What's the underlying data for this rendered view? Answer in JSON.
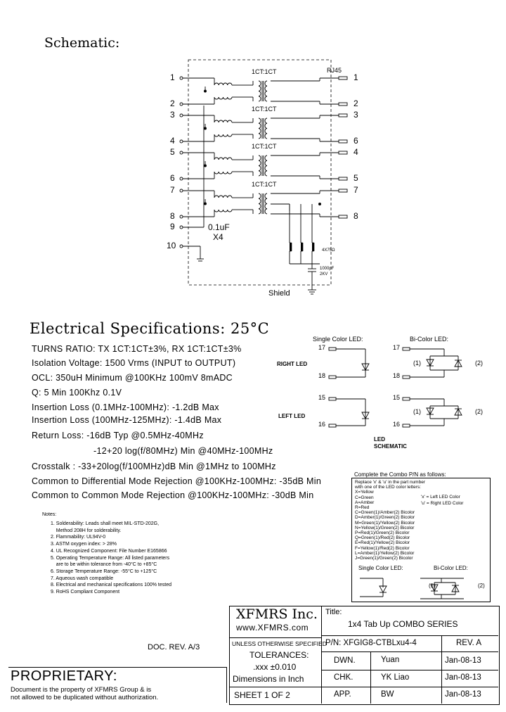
{
  "schematic": {
    "title": "Schematic:",
    "transformer_label": "1CT:1CT",
    "rj45_label": "RJ45",
    "left_pins": [
      "1",
      "2",
      "3",
      "4",
      "5",
      "6",
      "7",
      "8",
      "9",
      "10"
    ],
    "right_pins": [
      "1",
      "2",
      "3",
      "6",
      "4",
      "5",
      "7",
      "8"
    ],
    "cap_label": "0.1uF",
    "cap_mult": "X4",
    "resistor_label": "4X75Ω",
    "hv_cap_line1": "1000pF",
    "hv_cap_line2": "2KV",
    "shield_label": "Shield"
  },
  "specs": {
    "title": "Electrical Specifications: 25°C",
    "lines": [
      "TURNS RATIO: TX 1CT:1CT±3%, RX 1CT:1CT±3%",
      "Isolation Voltage:  1500 Vrms (INPUT to OUTPUT)",
      "OCL: 350uH Minimum @100KHz 100mV 8mADC",
      "Q: 5 Min 100Khz 0.1V",
      "Insertion Loss (0.1MHz-100MHz): -1.2dB Max",
      "Insertion Loss (100MHz-125MHz): -1.4dB Max",
      "Return Loss: -16dB Typ @0.5MHz-40MHz",
      "-12+20 log(f/80MHz)  Min @40MHz-100MHz",
      "Crosstalk : -33+20log(f/100MHz)dB Min @1MHz to 100MHz",
      "Common to Differential Mode Rejection @100KHz-100MHz: -35dB Min",
      "Common to Common Mode Rejection @100KHz-100MHz: -30dB Min"
    ]
  },
  "led": {
    "single_title": "Single Color LED:",
    "bi_title": "Bi-Color LED:",
    "right_led": "RIGHT LED",
    "left_led": "LEFT LED",
    "schematic_label_1": "LED",
    "schematic_label_2": "SCHEMATIC",
    "pins": [
      "17",
      "18",
      "15",
      "16"
    ],
    "c1": "(1)",
    "c2": "(2)"
  },
  "combo": {
    "title": "Complete the Combo P/N as follows:",
    "lines": [
      "Replace 'x' & 'u' in the part number",
      "with one of the LED color letters:",
      "X=Yellow",
      "C=Green",
      "A=Amber",
      "R=Red",
      "C=Green(1)/Amber(2) Bicolor",
      "D=Amber(1)/Green(2) Bicolor",
      "M=Green(1)/Yellow(2) Bicolor",
      "N=Yellow(1)/Green(2) Bicolor",
      "P=Red(1)/Green(2) Bicolor",
      "Q=Green(1)/Red(2) Bicolor",
      "E=Red(1)/Yellow(2) Bicolor",
      "F=Yellow(1)/Red(2) Bicolor",
      "L=Amber(1)/Yellow(2) Bicolor",
      "J=Green(1)/Green(2) Bicolor"
    ],
    "x_note": "'x' = Left LED Color",
    "u_note": "'u' = Right LED Color",
    "single": "Single Color LED:",
    "bi": "Bi-Color LED:",
    "c1": "(1)",
    "c2": "(2)"
  },
  "notes": {
    "title": "Notes:",
    "items": [
      "1. Solderability: Leads shall meet MIL-STD-202G,",
      "    Method 208H for solderability.",
      "2. Flammability: UL94V-0",
      "3. ASTM oxygen index: > 28%",
      "4. UL Recognized Component: File Number E165866",
      "5. Operating Temperature Range: All listed parameters",
      "    are to be within tolerance from -40°C to +85°C",
      "6. Storage Temperature Range: -55°C to +125°C",
      "7. Aqueous wash compatible",
      "8. Electrical and mechanical specifications 100% tested",
      "9. RoHS Compliant Component"
    ]
  },
  "doc_rev": "DOC. REV. A/3",
  "proprietary": {
    "title": "PROPRIETARY:",
    "line1": "Document is the property of XFMRS Group & is",
    "line2": "not allowed to be duplicated without authorization."
  },
  "title_block": {
    "company": "XFMRS Inc.",
    "website": "www.XFMRS.com",
    "unless": "UNLESS OTHERWISE SPECIFIED",
    "tolerances": "TOLERANCES:",
    "tol_value": ".xxx ±0.010",
    "dims": "Dimensions in Inch",
    "title_label": "Title:",
    "title_value": "1x4 Tab Up COMBO SERIES",
    "pn": "P/N: XFGIG8-CTBLxu4-4",
    "rev": "REV. A",
    "dwn_label": "DWN.",
    "dwn_name": "Yuan",
    "dwn_date": "Jan-08-13",
    "chk_label": "CHK.",
    "chk_name": "YK Liao",
    "chk_date": "Jan-08-13",
    "app_label": "APP.",
    "app_name": "BW",
    "app_date": "Jan-08-13",
    "sheet": "SHEET  1  OF  2"
  }
}
